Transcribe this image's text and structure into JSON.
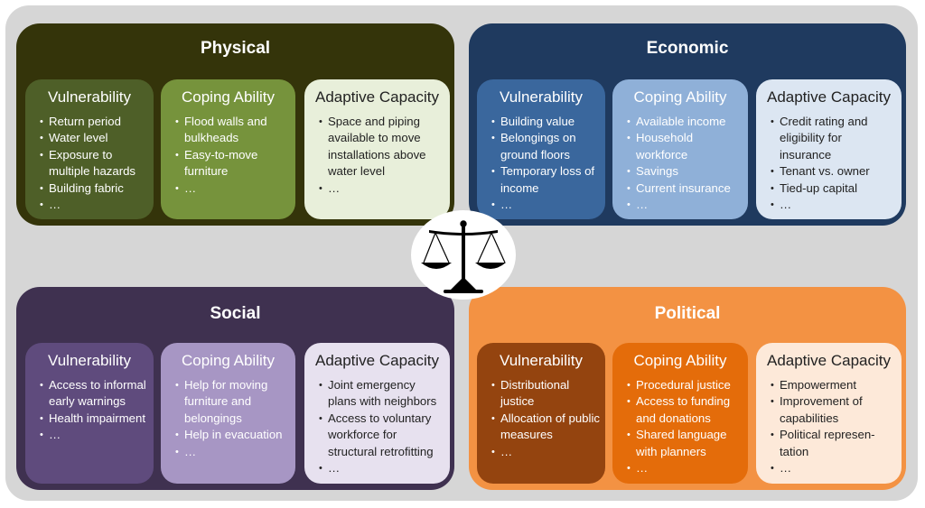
{
  "quadrants": {
    "physical": {
      "title": "Physical",
      "vulnerability": {
        "title": "Vulnerability",
        "items": [
          "Return period",
          "Water level",
          "Exposure to multiple hazards",
          "Building fabric",
          "…"
        ]
      },
      "coping": {
        "title": "Coping Ability",
        "items": [
          "Flood walls and bulkheads",
          "Easy-to-move furniture",
          "…"
        ]
      },
      "adaptive": {
        "title": "Adaptive Capacity",
        "items": [
          "Space and piping available to move installations above water level",
          "…"
        ]
      }
    },
    "economic": {
      "title": "Economic",
      "vulnerability": {
        "title": "Vulnerability",
        "items": [
          "Building value",
          "Belongings on ground floors",
          "Temporary loss of income",
          "…"
        ]
      },
      "coping": {
        "title": "Coping Ability",
        "items": [
          "Available income",
          "Household workforce",
          "Savings",
          "Current insurance",
          "…"
        ]
      },
      "adaptive": {
        "title": "Adaptive Capacity",
        "items": [
          "Credit rating and eligibility for insurance",
          "Tenant vs. owner",
          "Tied-up capital",
          "…"
        ]
      }
    },
    "social": {
      "title": "Social",
      "vulnerability": {
        "title": "Vulnerability",
        "items": [
          "Access to informal early warnings",
          "Health impairment",
          "…"
        ]
      },
      "coping": {
        "title": "Coping Ability",
        "items": [
          "Help for moving furniture and belongings",
          "Help in evacuation",
          "…"
        ]
      },
      "adaptive": {
        "title": "Adaptive Capacity",
        "items": [
          "Joint emergency plans with neighbors",
          "Access to voluntary workforce for structural retrofitting",
          "…"
        ]
      }
    },
    "political": {
      "title": "Political",
      "vulnerability": {
        "title": "Vulnerability",
        "items": [
          "Distributional justice",
          "Allocation of public measures",
          "…"
        ]
      },
      "coping": {
        "title": "Coping Ability",
        "items": [
          "Procedural justice",
          "Access to funding and donations",
          "Shared language with planners",
          "…"
        ]
      },
      "adaptive": {
        "title": "Adaptive Capacity",
        "items": [
          "Empowerment",
          "Improvement of capabilities",
          "Political represen-tation",
          "…"
        ]
      }
    }
  },
  "colors": {
    "physical": {
      "bg": "#34340a",
      "vulnerability": "#4e5f28",
      "coping": "#76933c",
      "adaptive": "#e8efda"
    },
    "economic": {
      "bg": "#1f3a5f",
      "vulnerability": "#3a679d",
      "coping": "#8fb0d8",
      "adaptive": "#dce6f2"
    },
    "social": {
      "bg": "#3f3150",
      "vulnerability": "#5f4b7d",
      "coping": "#a796c4",
      "adaptive": "#e7e1ef"
    },
    "political": {
      "bg": "#f39243",
      "vulnerability": "#94440f",
      "coping": "#e46c0a",
      "adaptive": "#fde9d9"
    }
  },
  "center_icon": "balance-scale-icon"
}
